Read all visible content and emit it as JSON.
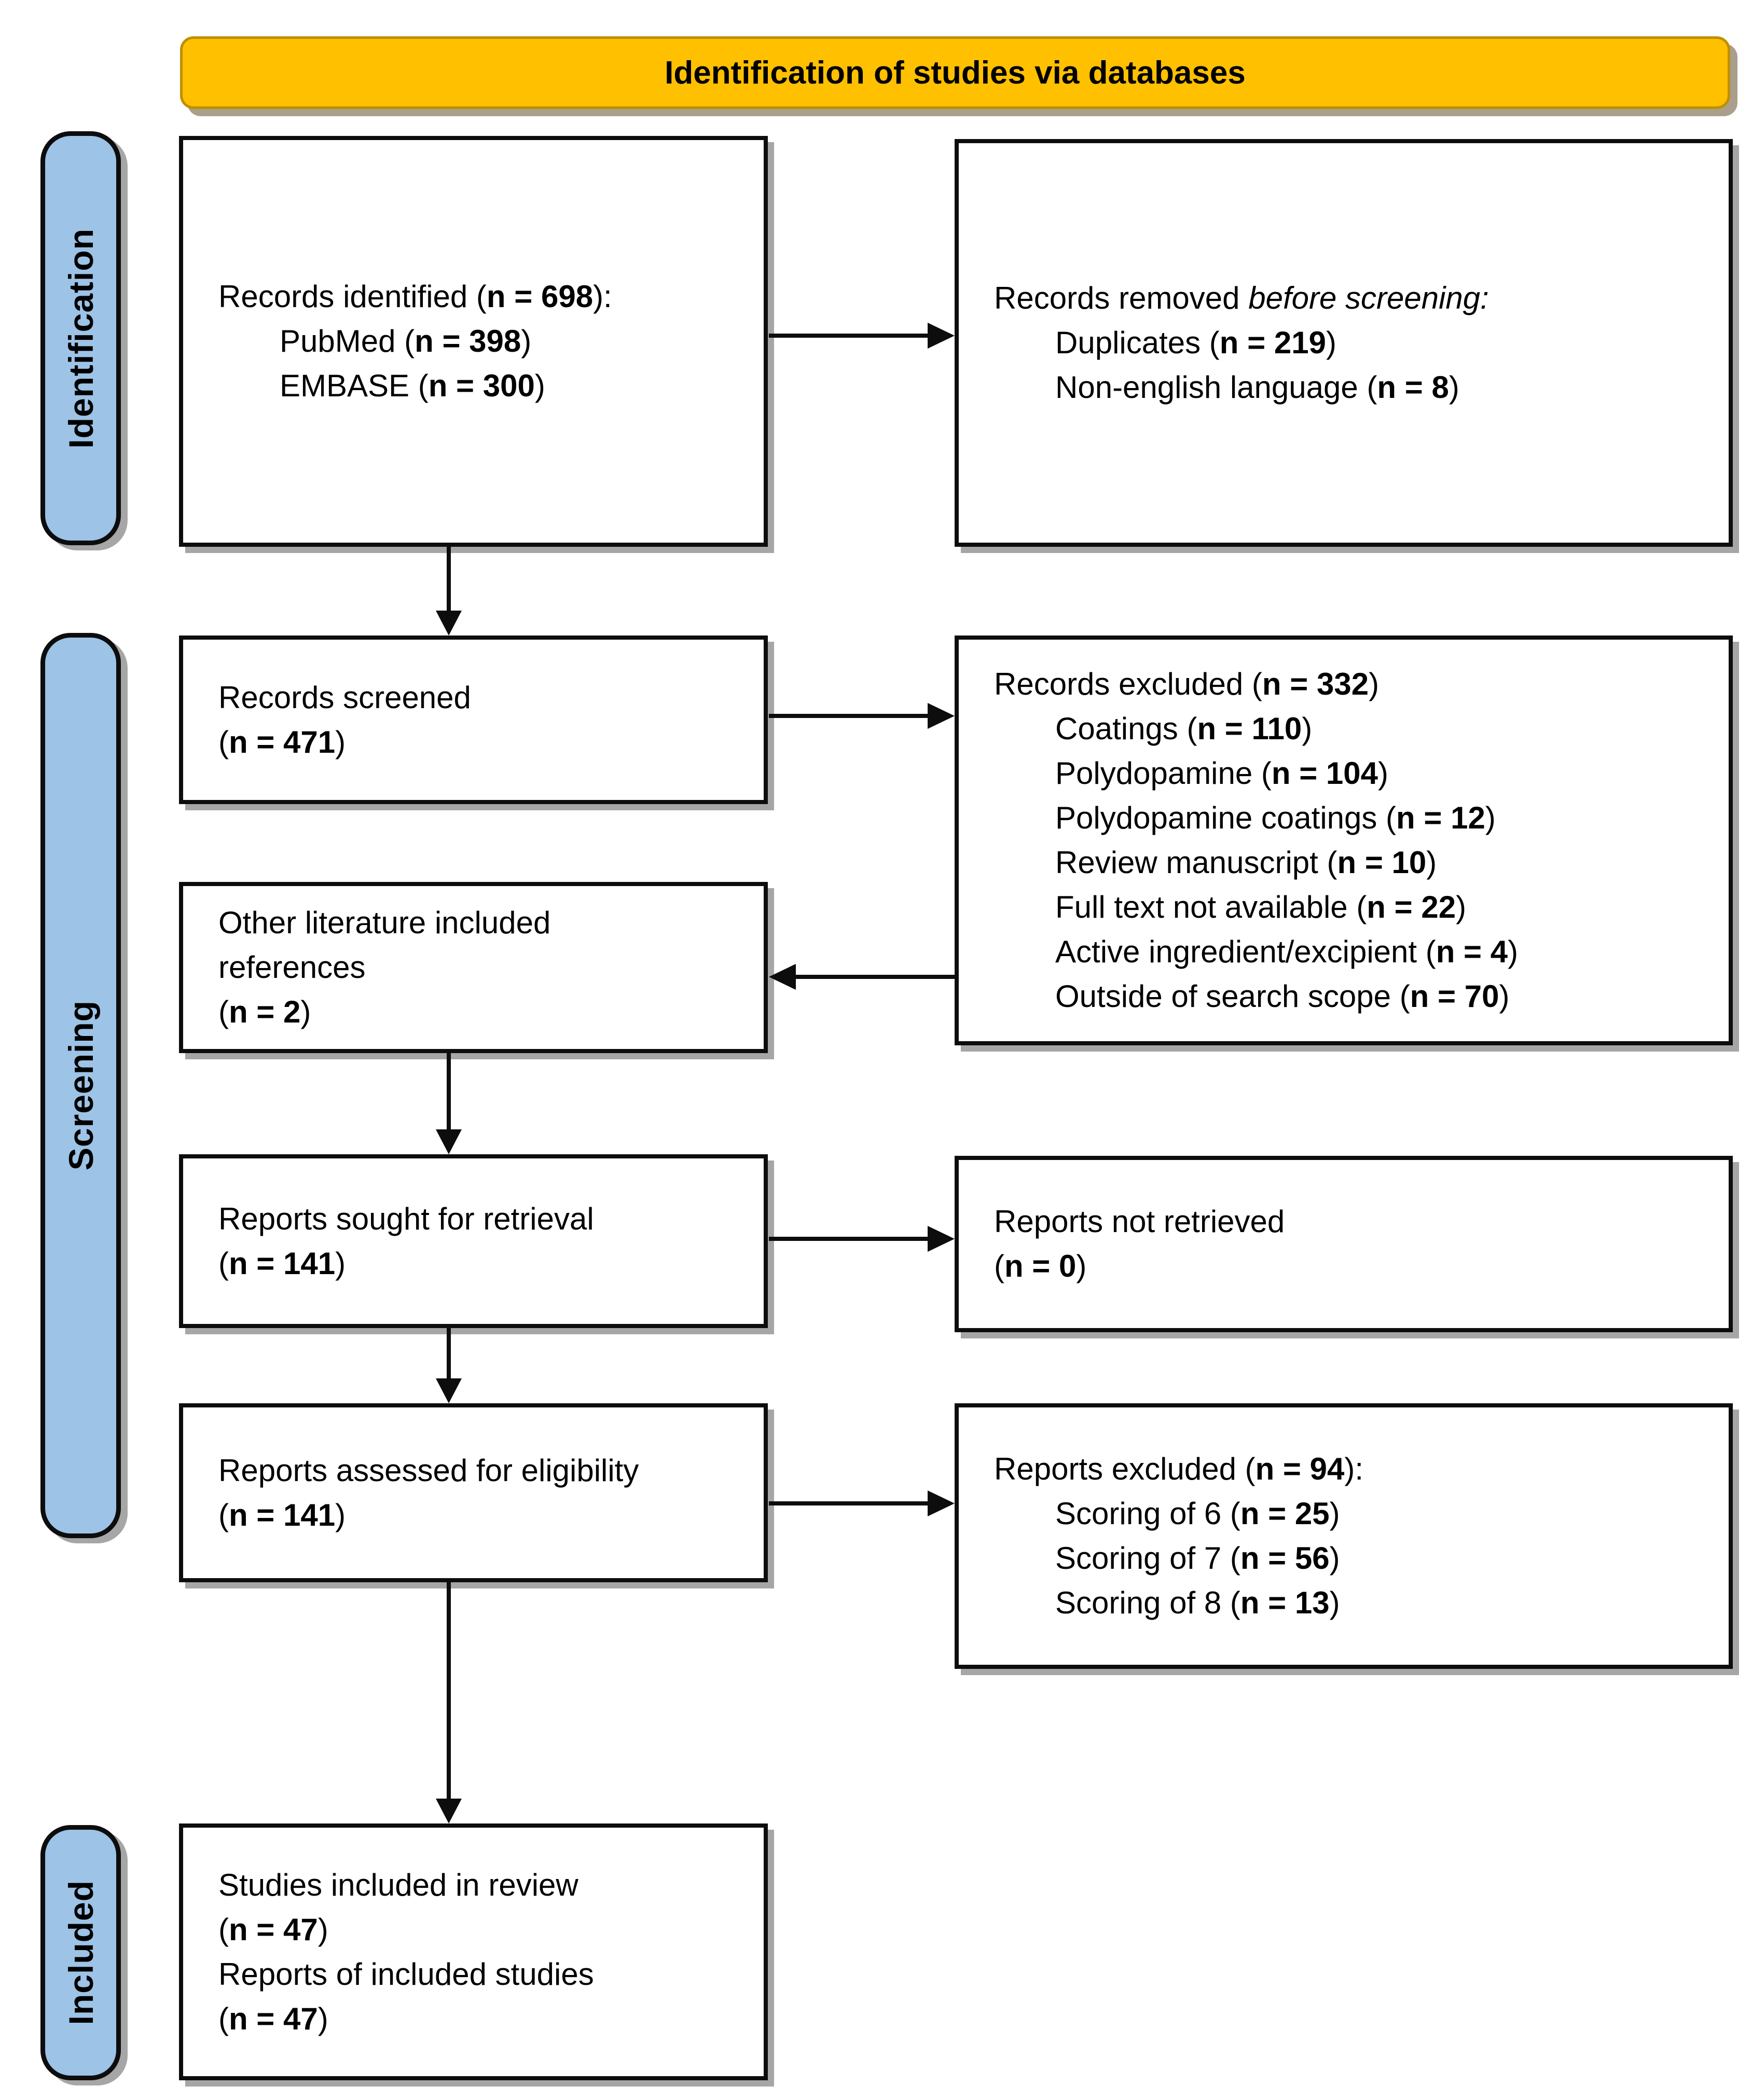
{
  "banner": {
    "label": "Identification of studies via databases"
  },
  "colors": {
    "banner_bg": "#FFC000",
    "banner_border": "#BF8F00",
    "banner_shadow": "#A99F8C",
    "label_bg": "#9DC3E6",
    "shadow_gray": "#A6A6A6",
    "line_color": "#0D0D0D"
  },
  "side_labels": {
    "identification": "Identification",
    "screening": "Screening",
    "included": "Included"
  },
  "boxes": {
    "records_identified": {
      "lines": [
        {
          "segs": [
            {
              "t": "Records identified ("
            },
            {
              "t": "n = 698",
              "b": true
            },
            {
              "t": "):"
            }
          ]
        },
        {
          "indent": true,
          "segs": [
            {
              "t": "PubMed ("
            },
            {
              "t": "n = 398",
              "b": true
            },
            {
              "t": ")"
            }
          ]
        },
        {
          "indent": true,
          "segs": [
            {
              "t": "EMBASE ("
            },
            {
              "t": "n = 300",
              "b": true
            },
            {
              "t": ")"
            }
          ]
        }
      ]
    },
    "records_removed": {
      "lines": [
        {
          "segs": [
            {
              "t": "Records removed "
            },
            {
              "t": "before screening:",
              "i": true
            }
          ]
        },
        {
          "indent": true,
          "segs": [
            {
              "t": "Duplicates ("
            },
            {
              "t": "n = 219",
              "b": true
            },
            {
              "t": ")"
            }
          ]
        },
        {
          "indent": true,
          "segs": [
            {
              "t": "Non-english language ("
            },
            {
              "t": "n = 8",
              "b": true
            },
            {
              "t": ")"
            }
          ]
        }
      ]
    },
    "records_screened": {
      "lines": [
        {
          "segs": [
            {
              "t": "Records screened"
            }
          ]
        },
        {
          "segs": [
            {
              "t": "("
            },
            {
              "t": "n = 471",
              "b": true
            },
            {
              "t": ")"
            }
          ]
        }
      ]
    },
    "records_excluded": {
      "lines": [
        {
          "segs": [
            {
              "t": "Records excluded ("
            },
            {
              "t": "n = 332",
              "b": true
            },
            {
              "t": ")"
            }
          ]
        },
        {
          "indent": true,
          "segs": [
            {
              "t": "Coatings ("
            },
            {
              "t": "n = 110",
              "b": true
            },
            {
              "t": ")"
            }
          ]
        },
        {
          "indent": true,
          "segs": [
            {
              "t": "Polydopamine ("
            },
            {
              "t": "n = 104",
              "b": true
            },
            {
              "t": ")"
            }
          ]
        },
        {
          "indent": true,
          "segs": [
            {
              "t": "Polydopamine coatings ("
            },
            {
              "t": "n = 12",
              "b": true
            },
            {
              "t": ")"
            }
          ]
        },
        {
          "indent": true,
          "segs": [
            {
              "t": "Review manuscript ("
            },
            {
              "t": "n = 10",
              "b": true
            },
            {
              "t": ")"
            }
          ]
        },
        {
          "indent": true,
          "segs": [
            {
              "t": "Full text not available ("
            },
            {
              "t": "n = 22",
              "b": true
            },
            {
              "t": ")"
            }
          ]
        },
        {
          "indent": true,
          "segs": [
            {
              "t": "Active ingredient/excipient ("
            },
            {
              "t": "n = 4",
              "b": true
            },
            {
              "t": ")"
            }
          ]
        },
        {
          "indent": true,
          "segs": [
            {
              "t": "Outside of search scope ("
            },
            {
              "t": "n = 70",
              "b": true
            },
            {
              "t": ")"
            }
          ]
        }
      ]
    },
    "other_literature": {
      "lines": [
        {
          "segs": [
            {
              "t": "Other literature included"
            }
          ]
        },
        {
          "segs": [
            {
              "t": "references"
            }
          ]
        },
        {
          "segs": [
            {
              "t": "("
            },
            {
              "t": "n = 2",
              "b": true
            },
            {
              "t": ")"
            }
          ]
        }
      ]
    },
    "reports_sought": {
      "lines": [
        {
          "segs": [
            {
              "t": "Reports sought for retrieval"
            }
          ]
        },
        {
          "segs": [
            {
              "t": "("
            },
            {
              "t": "n = 141",
              "b": true
            },
            {
              "t": ")"
            }
          ]
        }
      ]
    },
    "reports_not_retrieved": {
      "lines": [
        {
          "segs": [
            {
              "t": "Reports not retrieved"
            }
          ]
        },
        {
          "segs": [
            {
              "t": "("
            },
            {
              "t": "n = 0",
              "b": true
            },
            {
              "t": ")"
            }
          ]
        }
      ]
    },
    "reports_assessed": {
      "lines": [
        {
          "segs": [
            {
              "t": "Reports assessed for eligibility"
            }
          ]
        },
        {
          "segs": [
            {
              "t": "("
            },
            {
              "t": "n = 141",
              "b": true
            },
            {
              "t": ")"
            }
          ]
        }
      ]
    },
    "reports_excluded": {
      "lines": [
        {
          "segs": [
            {
              "t": "Reports excluded ("
            },
            {
              "t": "n = 94",
              "b": true
            },
            {
              "t": "):"
            }
          ]
        },
        {
          "indent": true,
          "segs": [
            {
              "t": "Scoring of 6 ("
            },
            {
              "t": "n = 25",
              "b": true
            },
            {
              "t": ")"
            }
          ]
        },
        {
          "indent": true,
          "segs": [
            {
              "t": "Scoring of 7 ("
            },
            {
              "t": "n = 56",
              "b": true
            },
            {
              "t": ")"
            }
          ]
        },
        {
          "indent": true,
          "segs": [
            {
              "t": "Scoring of 8 ("
            },
            {
              "t": "n = 13",
              "b": true
            },
            {
              "t": ")"
            }
          ]
        }
      ]
    },
    "studies_included": {
      "lines": [
        {
          "segs": [
            {
              "t": "Studies included in review"
            }
          ]
        },
        {
          "segs": [
            {
              "t": "("
            },
            {
              "t": "n = 47",
              "b": true
            },
            {
              "t": ")"
            }
          ]
        },
        {
          "segs": [
            {
              "t": "Reports of included studies"
            }
          ]
        },
        {
          "segs": [
            {
              "t": "("
            },
            {
              "t": "n = 47",
              "b": true
            },
            {
              "t": ")"
            }
          ]
        }
      ]
    }
  }
}
